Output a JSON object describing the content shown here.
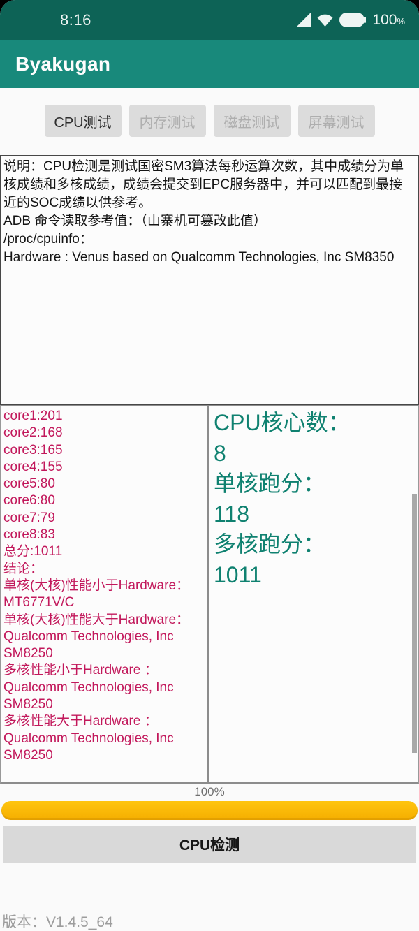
{
  "colors": {
    "status_bar_bg": "#0d6356",
    "app_bar_bg": "#18897b",
    "result_teal": "#0f8170",
    "result_pink": "#c2185b",
    "progress_yellow": "#ffc107",
    "button_gray": "#d9d9d9"
  },
  "status_bar": {
    "time": "8:16",
    "icons": [
      "signal-icon",
      "wifi-icon",
      "battery-icon"
    ],
    "battery_level": "100",
    "percent_sign": "%"
  },
  "app_bar": {
    "title": "Byakugan"
  },
  "tabs": [
    {
      "label": "CPU测试",
      "active": true
    },
    {
      "label": "内存测试",
      "active": false
    },
    {
      "label": "磁盘测试",
      "active": false
    },
    {
      "label": "屏幕测试",
      "active": false
    }
  ],
  "description": {
    "lines": [
      "说明：CPU检测是测试国密SM3算法每秒运算次数，其中成绩分为单核成绩和多核成绩，成绩会提交到EPC服务器中，并可以匹配到最接近的SOC成绩以供参考。",
      "ADB 命令读取参考值：（山寨机可篡改此值）",
      "/proc/cpuinfo：",
      "Hardware : Venus based on Qualcomm Technologies, Inc SM8350"
    ]
  },
  "left_results": {
    "lines": [
      "core1:201",
      "core2:168",
      "core3:165",
      "core4:155",
      "core5:80",
      "core6:80",
      "core7:79",
      "core8:83",
      "总分:1011",
      "结论：",
      "单核(大核)性能小于Hardware：MT6771V/C",
      "单核(大核)性能大于Hardware：Qualcomm Technologies, Inc SM8250",
      "多核性能小于Hardware ：Qualcomm Technologies, Inc SM8250",
      "多核性能大于Hardware ：Qualcomm Technologies, Inc SM8250"
    ]
  },
  "right_results": {
    "items": [
      {
        "label": "CPU核心数：",
        "value": "8"
      },
      {
        "label": "单核跑分：",
        "value": "118"
      },
      {
        "label": "多核跑分：",
        "value": "1011"
      }
    ]
  },
  "progress": {
    "label": "100%",
    "percent": 100
  },
  "action": {
    "label": "CPU检测"
  },
  "footer": {
    "version": "版本：V1.4.5_64"
  }
}
